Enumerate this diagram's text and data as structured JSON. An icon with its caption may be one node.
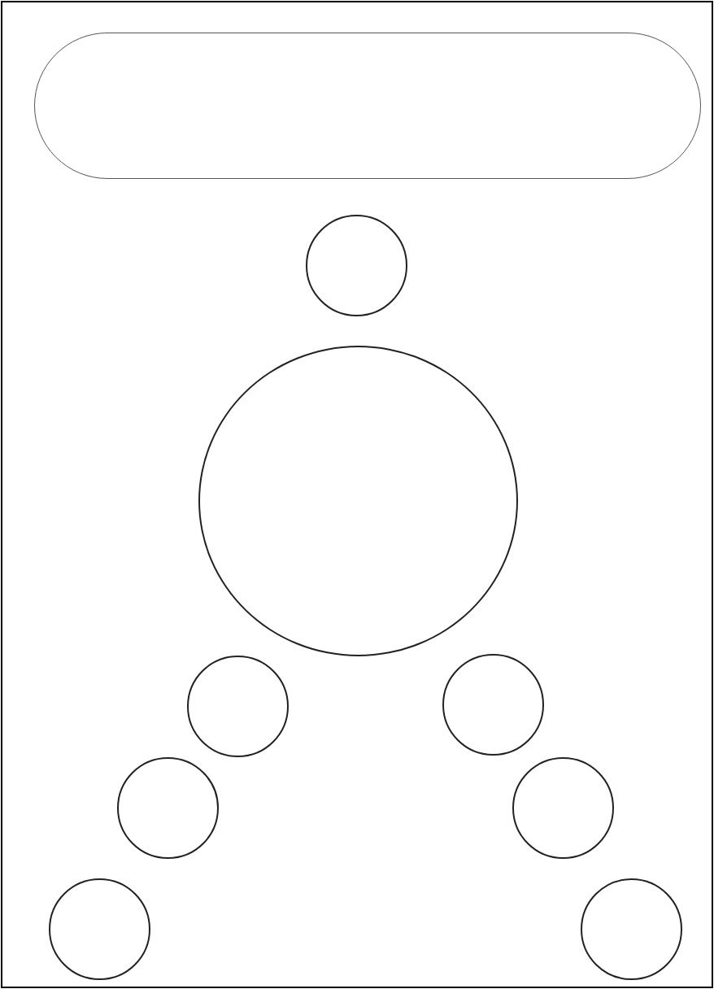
{
  "diagram": {
    "nodes": [
      {
        "text": [],
        "shape": "pill"
      },
      {
        "text": [],
        "shape": "circle"
      },
      {
        "text": [],
        "shape": "circle"
      },
      {
        "text": [],
        "shape": "circle"
      },
      {
        "text": [],
        "shape": "circle"
      },
      {
        "text": [],
        "shape": "circle"
      },
      {
        "text": [],
        "shape": "circle"
      },
      {
        "text": [],
        "shape": "circle"
      },
      {
        "text": [],
        "shape": "circle"
      }
    ]
  }
}
